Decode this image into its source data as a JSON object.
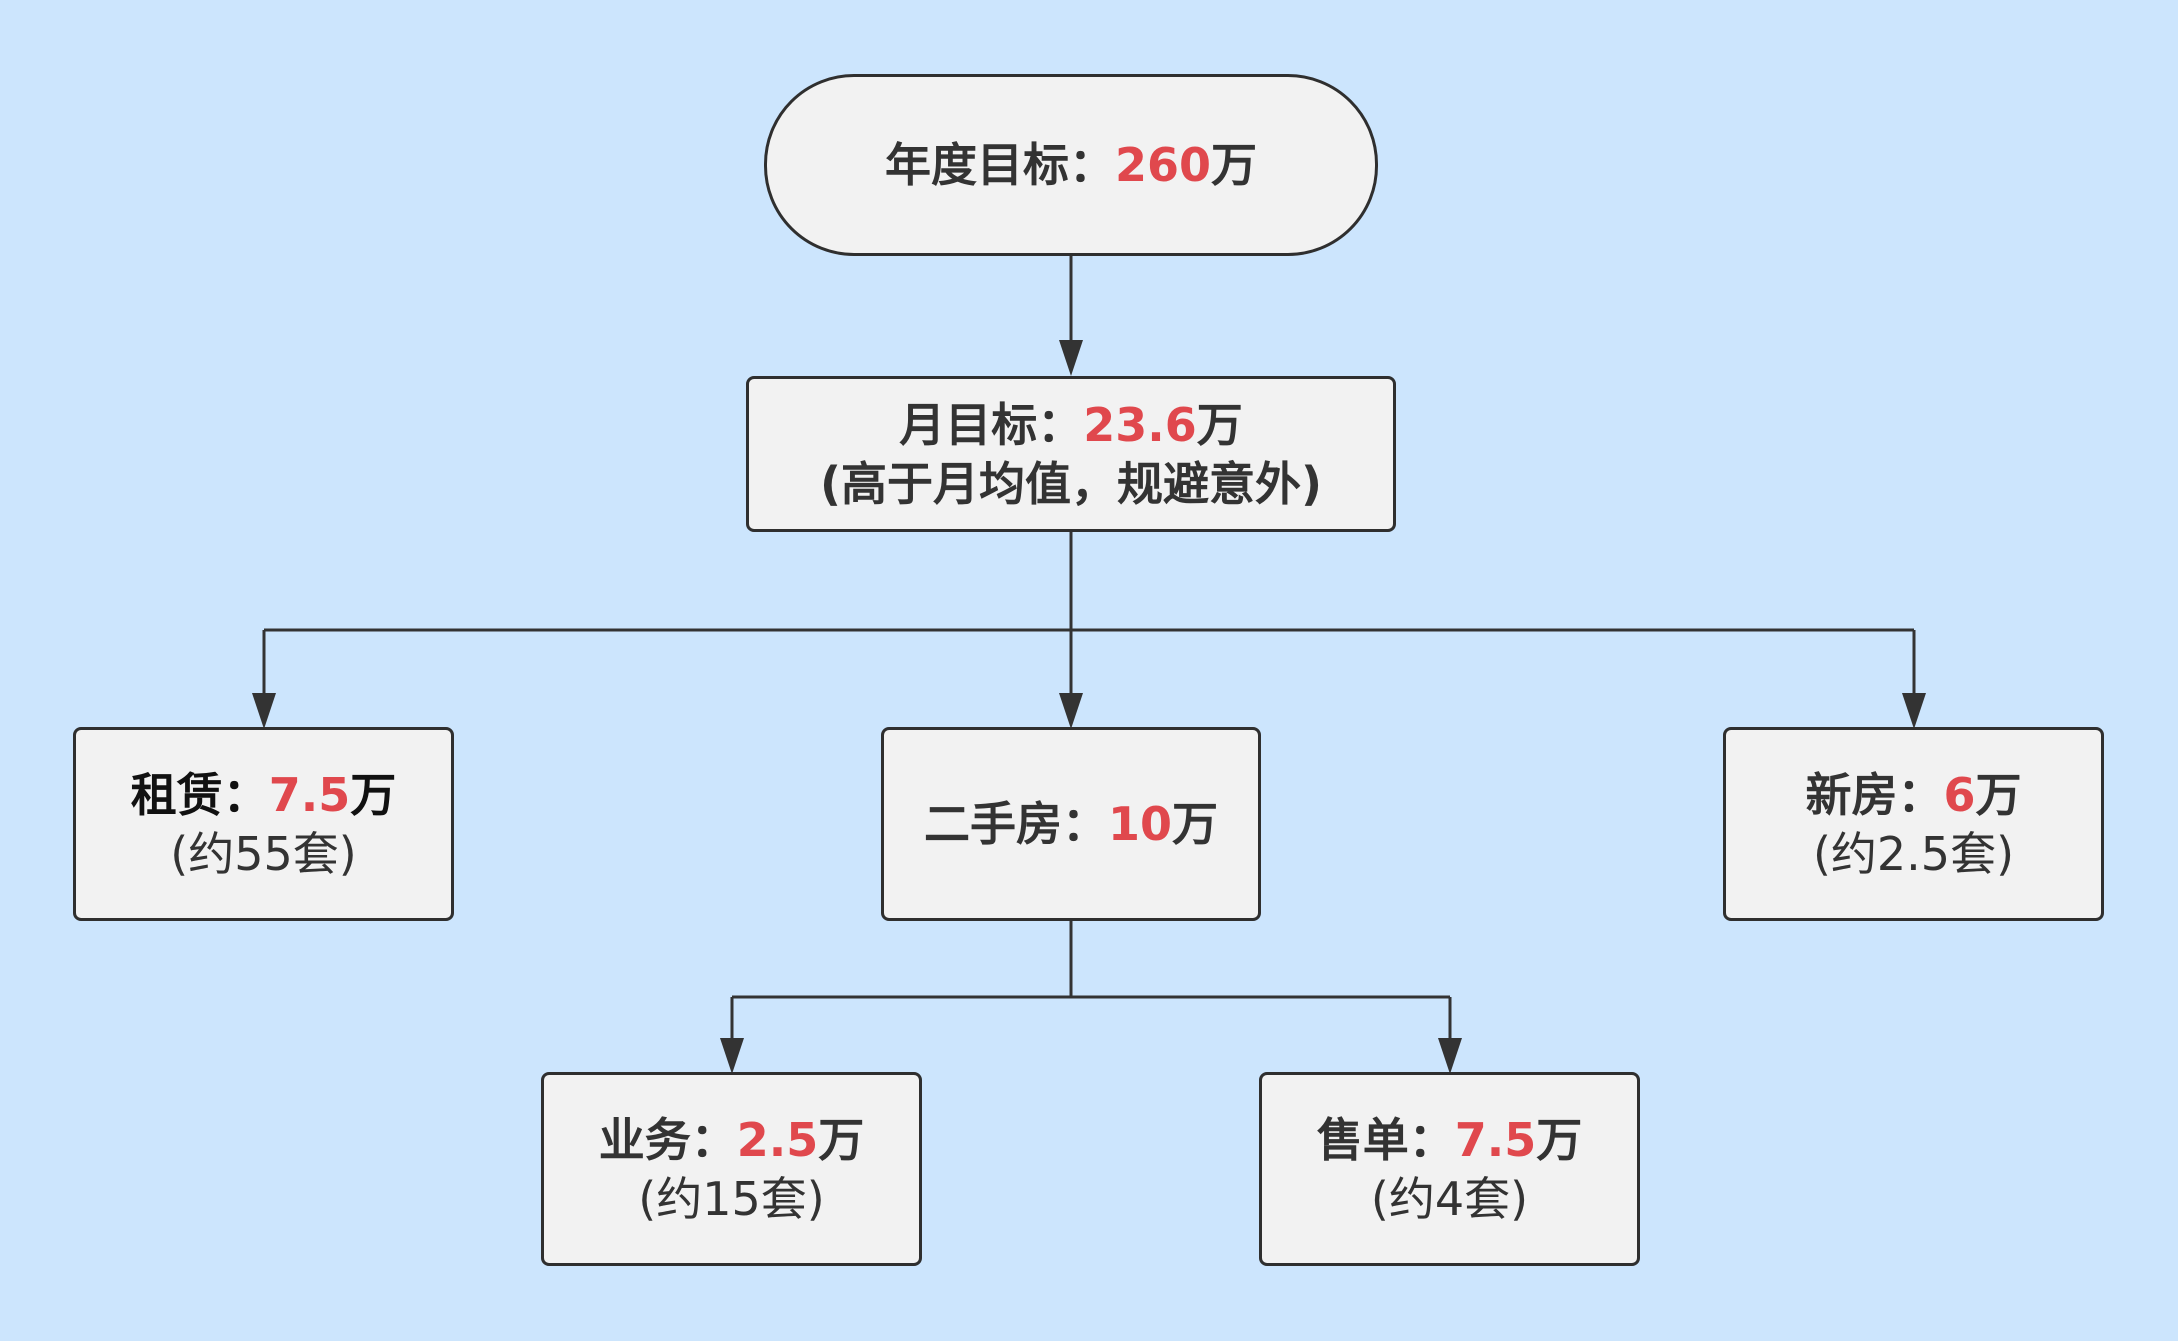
{
  "colors": {
    "background": "#cce5fd",
    "node_fill": "#f2f2f2",
    "node_border": "#2f2f2f",
    "highlight": "#e0484d",
    "text": "#333333"
  },
  "nodes": {
    "annual": {
      "label": "年度目标：",
      "value": "260",
      "unit": "万"
    },
    "monthly": {
      "label": "月目标：",
      "value": "23.6",
      "unit": "万",
      "note": "(高于月均值，规避意外)"
    },
    "rental": {
      "label": "租赁：",
      "value": "7.5",
      "unit": "万",
      "note": "(约55套)"
    },
    "second_hand": {
      "label": "二手房：",
      "value": "10",
      "unit": "万"
    },
    "new_house": {
      "label": "新房：",
      "value": "6",
      "unit": "万",
      "note": "(约2.5套)"
    },
    "business": {
      "label": "业务：",
      "value": "2.5",
      "unit": "万",
      "note": "(约15套)"
    },
    "sales": {
      "label": "售单：",
      "value": "7.5",
      "unit": "万",
      "note": "(约4套)"
    }
  }
}
